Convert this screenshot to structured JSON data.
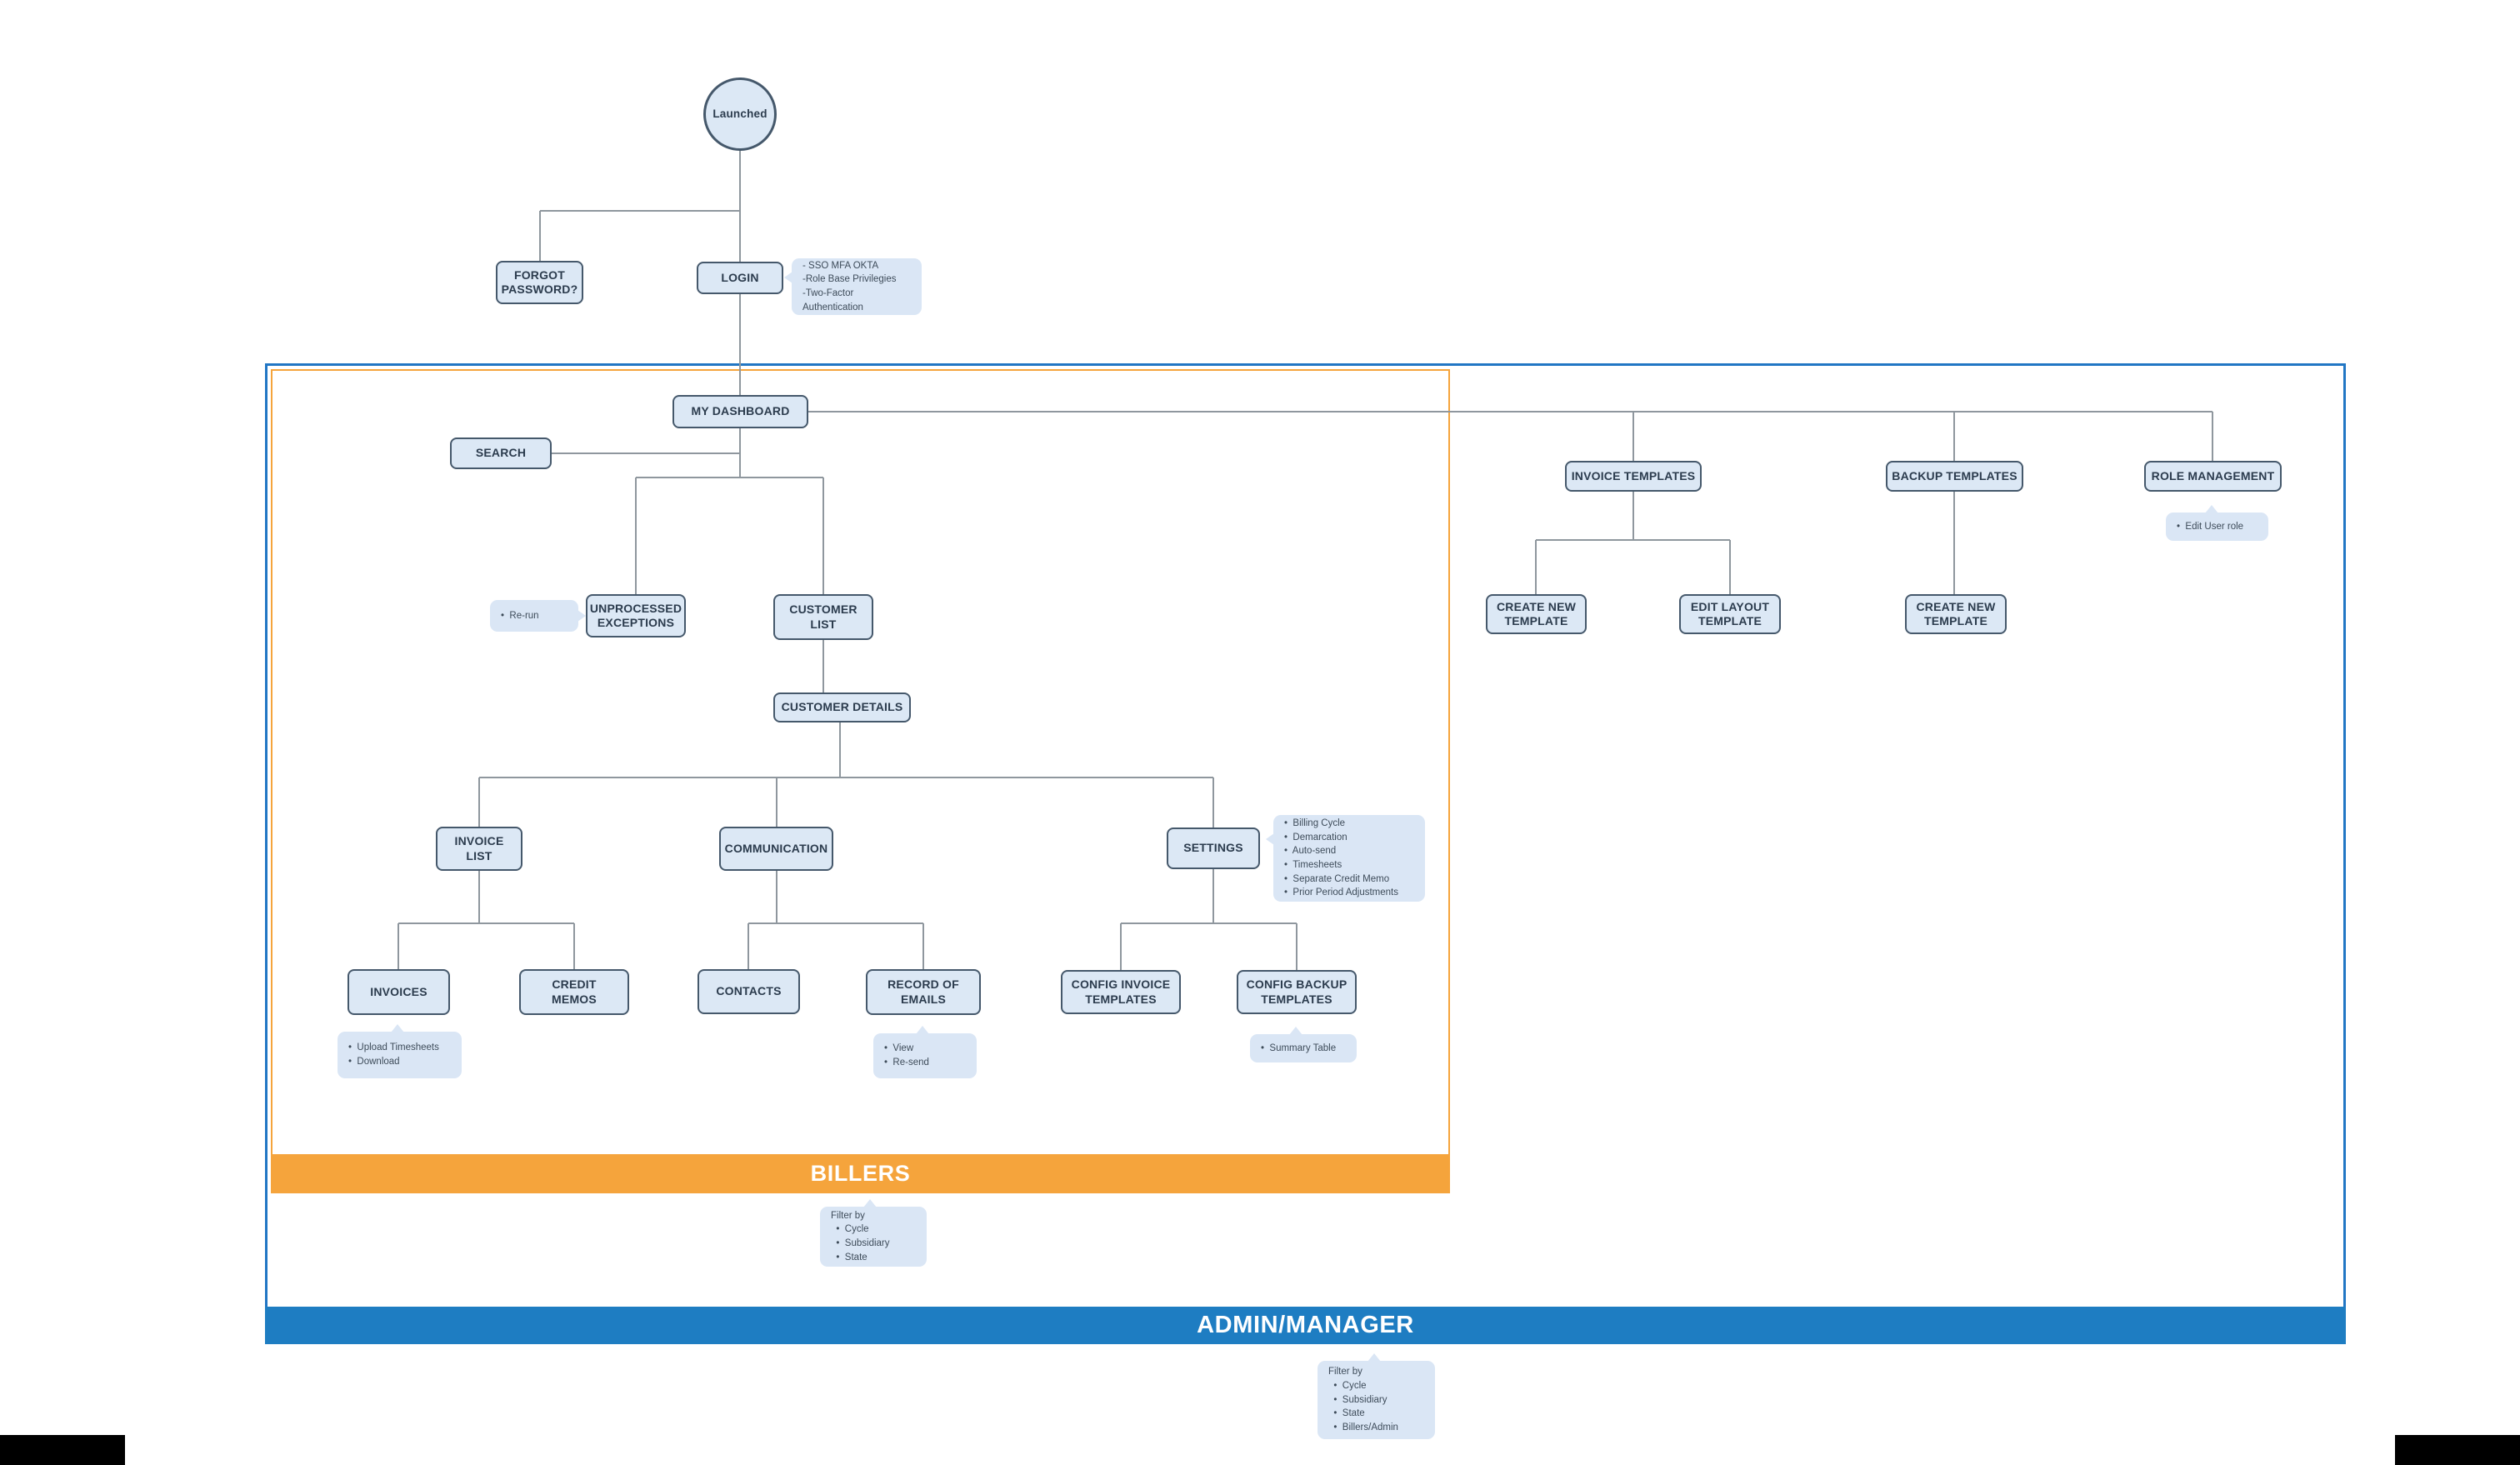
{
  "flowchart": {
    "nodes": {
      "launched": "Launched",
      "forgot_password": "FORGOT\nPASSWORD?",
      "login": "LOGIN",
      "my_dashboard": "MY DASHBOARD",
      "search": "SEARCH",
      "unprocessed_exceptions": "UNPROCESSED\nEXCEPTIONS",
      "customer_list": "CUSTOMER\nLIST",
      "customer_details": "CUSTOMER DETAILS",
      "invoice_list": "INVOICE\nLIST",
      "communication": "COMMUNICATION",
      "settings": "SETTINGS",
      "invoices": "INVOICES",
      "credit_memos": "CREDIT\nMEMOS",
      "contacts": "CONTACTS",
      "record_of_emails": "RECORD OF\nEMAILS",
      "config_invoice_templates": "CONFIG INVOICE\nTEMPLATES",
      "config_backup_templates": "CONFIG BACKUP\nTEMPLATES",
      "invoice_templates": "INVOICE TEMPLATES",
      "create_new_template_invoice": "CREATE NEW\nTEMPLATE",
      "edit_layout_template": "EDIT LAYOUT\nTEMPLATE",
      "backup_templates": "BACKUP TEMPLATES",
      "create_new_template_backup": "CREATE NEW\nTEMPLATE",
      "role_management": "ROLE MANAGEMENT"
    },
    "notes": {
      "login": "- SSO MFA OKTA\n-Role Base Privilegies\n-Two-Factor Authentication",
      "rerun": "•  Re-run",
      "settings": "•  Billing Cycle\n•  Demarcation\n•  Auto-send\n•  Timesheets\n•  Separate Credit Memo\n•  Prior Period Adjustments",
      "invoices": "•  Upload Timesheets\n•  Download",
      "record_of_emails": "•  View\n•  Re-send",
      "config_backup": "•  Summary Table",
      "role_management": "•  Edit User role",
      "billers_filter": "Filter by\n  •  Cycle\n  •  Subsidiary\n  •  State",
      "admin_filter": "Filter by\n  •  Cycle\n  •  Subsidiary\n  •  State\n  •  Billers/Admin"
    },
    "regions": {
      "billers": {
        "label": "BILLERS",
        "color": "#F5A43C"
      },
      "admin_manager": {
        "label": "ADMIN/MANAGER",
        "color": "#1E7DC2"
      }
    },
    "colors": {
      "node_fill": "#DCE8F5",
      "node_border": "#45586B",
      "note_fill": "#DAE6F5",
      "connector": "#8F979E"
    }
  }
}
